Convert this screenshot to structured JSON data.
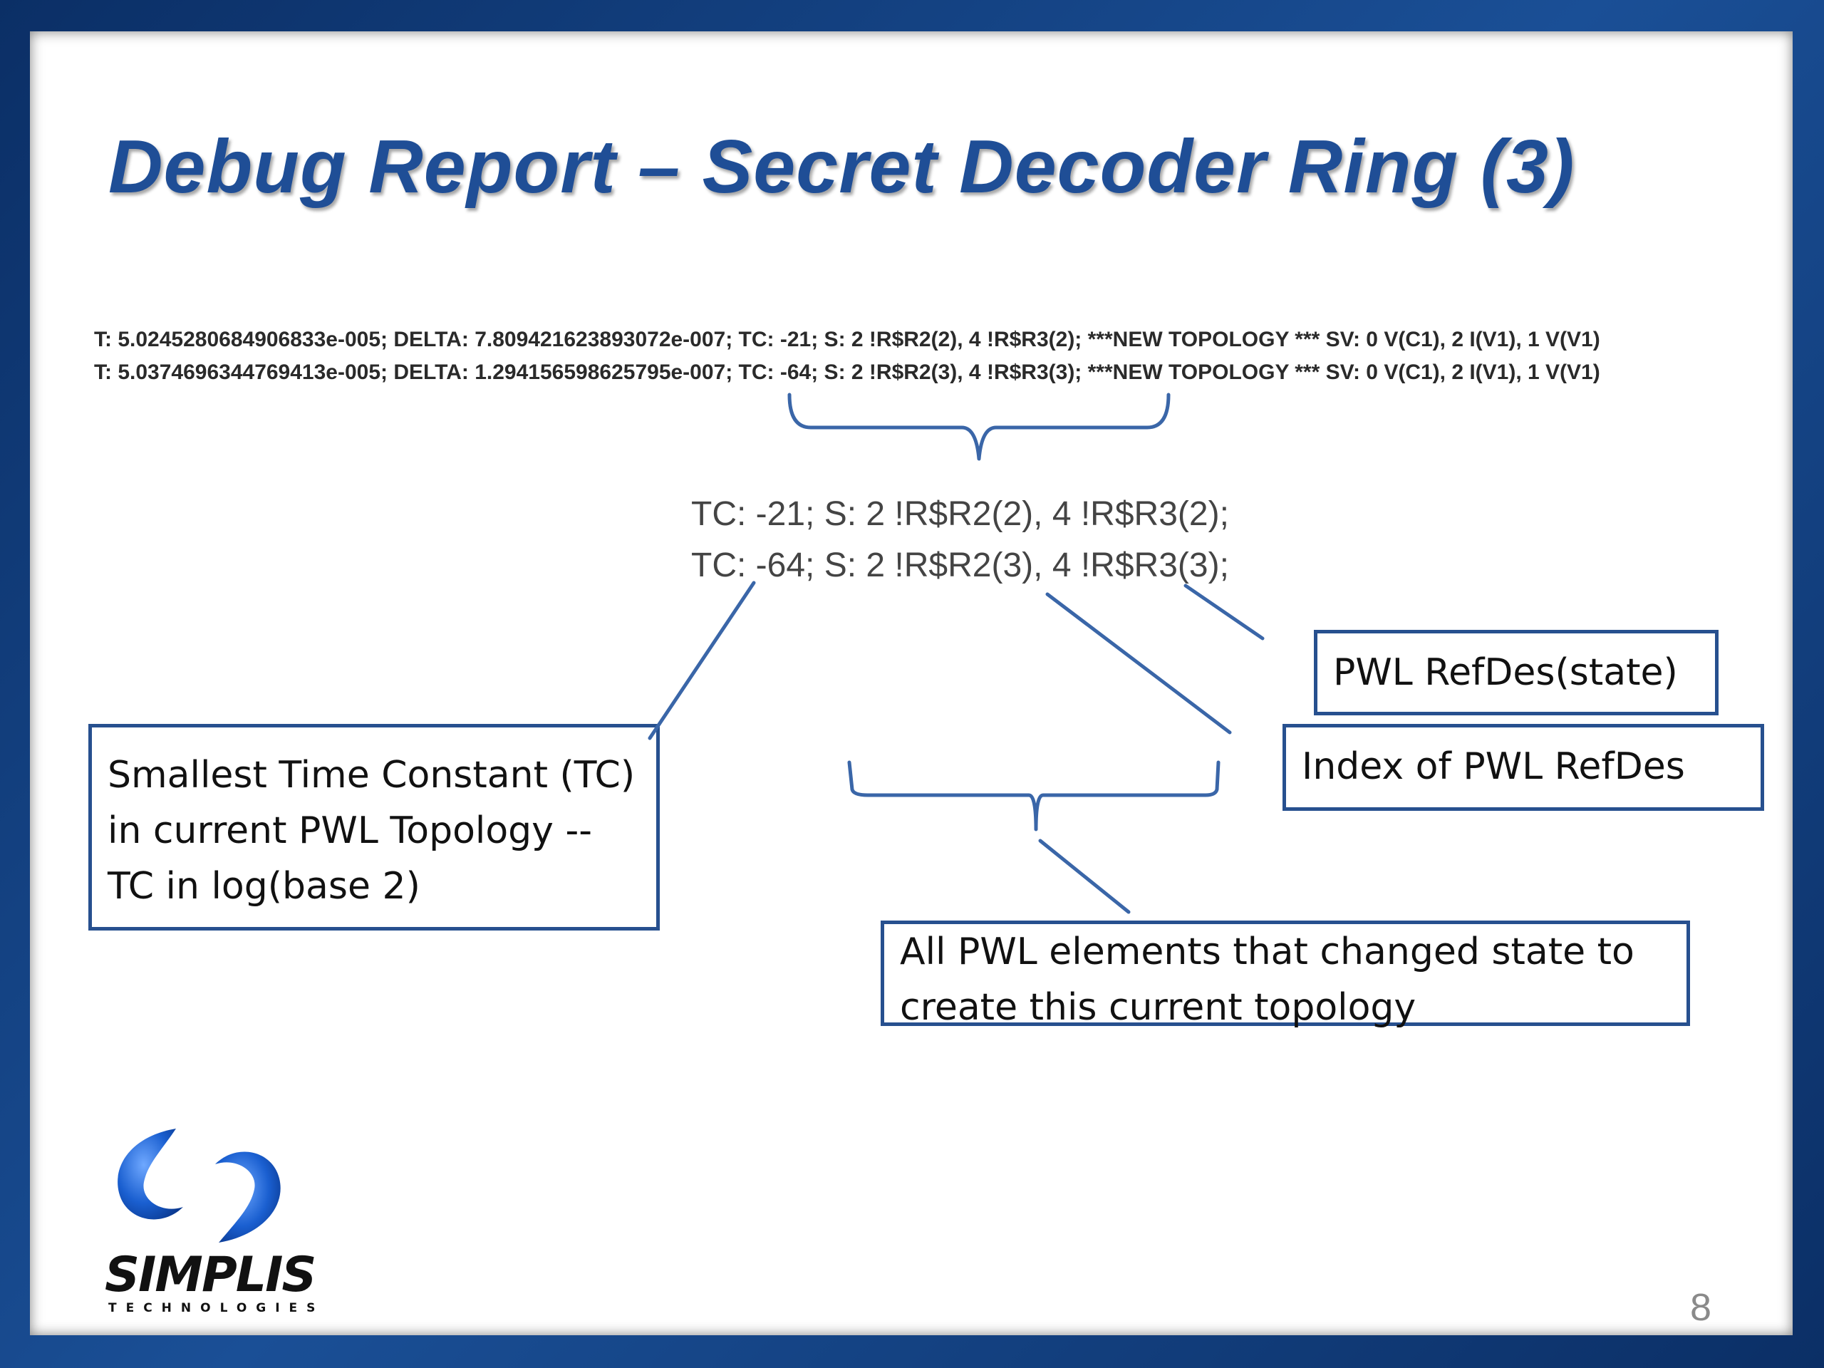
{
  "title": "Debug Report – Secret Decoder Ring (3)",
  "log_lines": [
    "T: 5.0245280684906833e-005; DELTA: 7.809421623893072e-007; TC: -21; S: 2 !R$R2(2), 4 !R$R3(2); ***NEW TOPOLOGY *** SV: 0 V(C1), 2 I(V1), 1 V(V1)",
    "T: 5.0374696344769413e-005; DELTA: 1.294156598625795e-007; TC: -64; S: 2 !R$R2(3), 4 !R$R3(3); ***NEW TOPOLOGY *** SV: 0 V(C1), 2 I(V1), 1 V(V1)"
  ],
  "excerpt_lines": [
    "TC: -21; S: 2 !R$R2(2), 4 !R$R3(2);",
    "TC: -64; S: 2 !R$R2(3), 4 !R$R3(3);"
  ],
  "callouts": {
    "pwl_refdes_state": "PWL RefDes(state)",
    "index_of_pwl_refdes": "Index of PWL RefDes",
    "smallest_tc": [
      "Smallest Time Constant (TC)",
      "in current PWL Topology --",
      "TC in log(base 2)"
    ],
    "all_pwl_elements": [
      "All PWL elements that changed state to",
      "create this current topology"
    ]
  },
  "logo": {
    "name": "SIMPLIS",
    "subtitle": "TECHNOLOGIES"
  },
  "page_number": "8",
  "colors": {
    "frame": "#0e3a78",
    "title": "#1f4e96",
    "box_border": "#27508f",
    "connector": "#3a66a8",
    "logo_blue": "#1a5fd0"
  }
}
